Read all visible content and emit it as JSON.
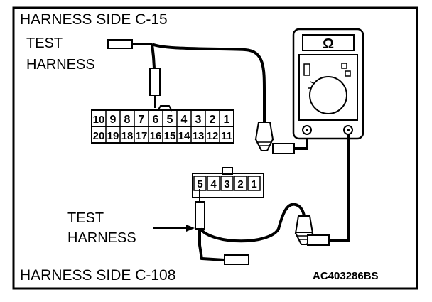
{
  "labels": {
    "top_title": "HARNESS SIDE C-15",
    "bottom_title": "HARNESS SIDE C-108",
    "test_upper_1": "TEST",
    "test_upper_2": "HARNESS",
    "test_lower_1": "TEST",
    "test_lower_2": "HARNESS",
    "figure_code": "AC403286BS"
  },
  "meter": {
    "symbol": "Ω"
  },
  "connector_c15": {
    "row_top": [
      "10",
      "9",
      "8",
      "7",
      "6",
      "5",
      "4",
      "3",
      "2",
      "1"
    ],
    "row_bottom": [
      "20",
      "19",
      "18",
      "17",
      "16",
      "15",
      "14",
      "13",
      "12",
      "11"
    ]
  },
  "connector_c108": {
    "pins": [
      "5",
      "4",
      "3",
      "2",
      "1"
    ]
  },
  "colors": {
    "ink": "#000000",
    "paper": "#ffffff"
  }
}
